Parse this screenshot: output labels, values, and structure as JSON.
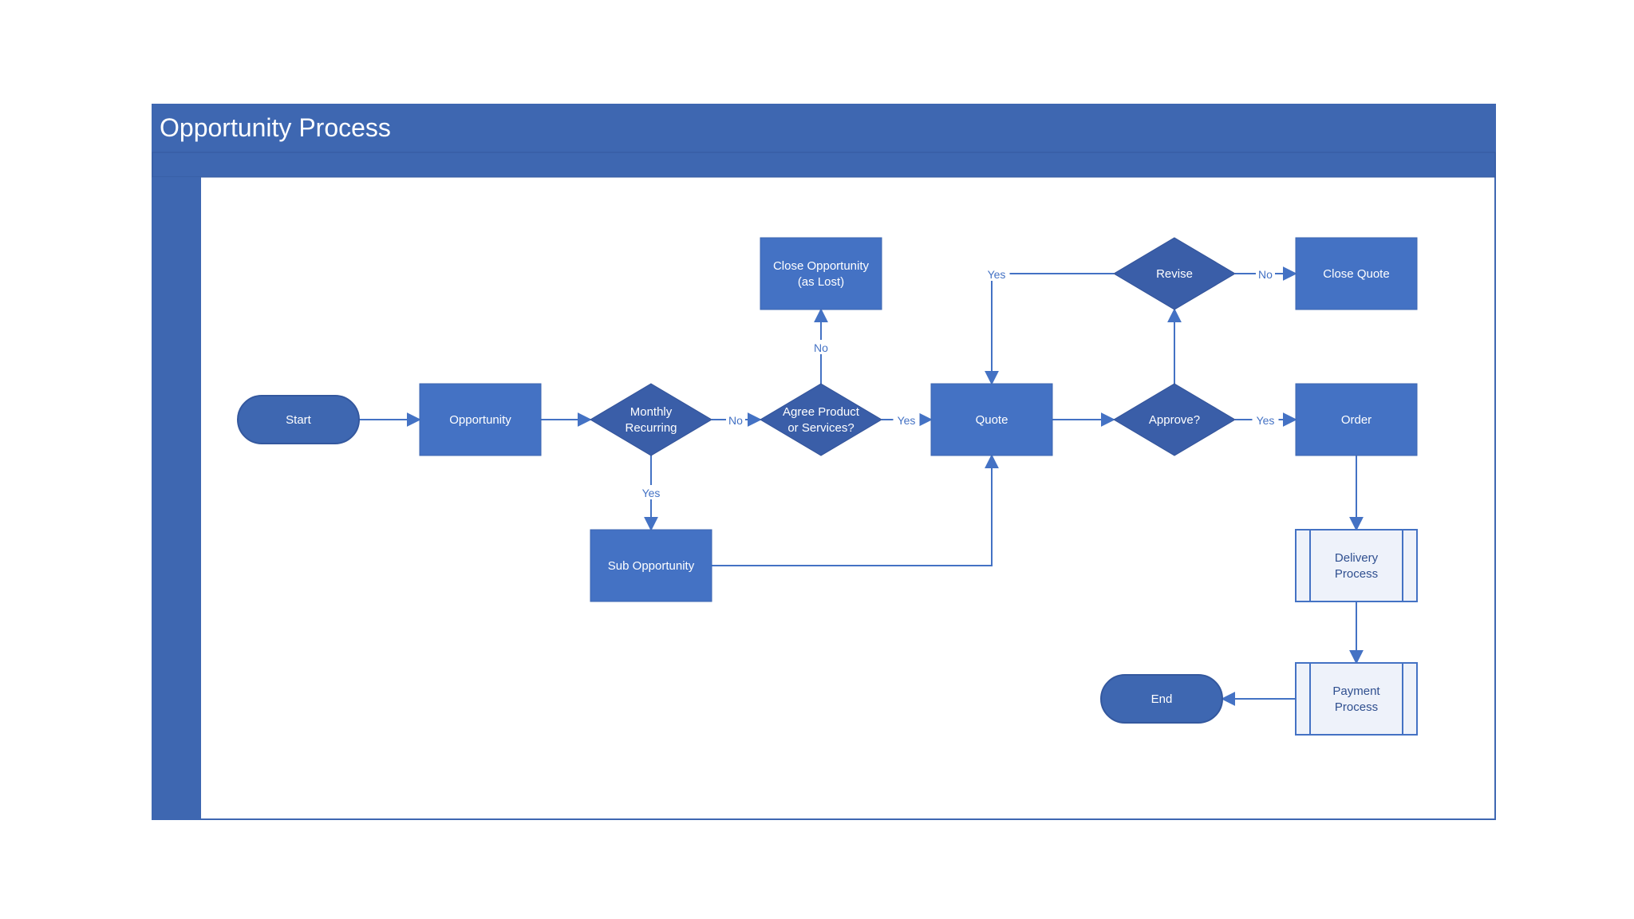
{
  "diagram": {
    "title": "Opportunity Process",
    "colors": {
      "header": "#3e67b1",
      "lane": "#3e67b1",
      "process": "#4472c4",
      "decision": "#3a5ea8",
      "terminator": "#3e67b1",
      "subprocess_fill": "#eef2fa",
      "connector": "#4472c4"
    },
    "nodes": [
      {
        "id": "start",
        "shape": "terminator",
        "label": "Start"
      },
      {
        "id": "opportunity",
        "shape": "process",
        "label": "Opportunity"
      },
      {
        "id": "monthly",
        "shape": "decision",
        "label": "Monthly\nRecurring"
      },
      {
        "id": "agree",
        "shape": "decision",
        "label": "Agree Product\nor Services?"
      },
      {
        "id": "closeopp",
        "shape": "process",
        "label": "Close Opportunity\n(as Lost)"
      },
      {
        "id": "subopp",
        "shape": "process",
        "label": "Sub Opportunity"
      },
      {
        "id": "quote",
        "shape": "process",
        "label": "Quote"
      },
      {
        "id": "approve",
        "shape": "decision",
        "label": "Approve?"
      },
      {
        "id": "revise",
        "shape": "decision",
        "label": "Revise"
      },
      {
        "id": "closequote",
        "shape": "process",
        "label": "Close Quote"
      },
      {
        "id": "order",
        "shape": "process",
        "label": "Order"
      },
      {
        "id": "delivery",
        "shape": "subprocess",
        "label": "Delivery\nProcess"
      },
      {
        "id": "payment",
        "shape": "subprocess",
        "label": "Payment\nProcess"
      },
      {
        "id": "end",
        "shape": "terminator",
        "label": "End"
      }
    ],
    "edges": [
      {
        "from": "start",
        "to": "opportunity",
        "label": ""
      },
      {
        "from": "opportunity",
        "to": "monthly",
        "label": ""
      },
      {
        "from": "monthly",
        "to": "agree",
        "label": "No"
      },
      {
        "from": "monthly",
        "to": "subopp",
        "label": "Yes"
      },
      {
        "from": "agree",
        "to": "closeopp",
        "label": "No"
      },
      {
        "from": "agree",
        "to": "quote",
        "label": "Yes"
      },
      {
        "from": "subopp",
        "to": "quote",
        "label": ""
      },
      {
        "from": "quote",
        "to": "approve",
        "label": ""
      },
      {
        "from": "approve",
        "to": "order",
        "label": "Yes"
      },
      {
        "from": "approve",
        "to": "revise",
        "label": ""
      },
      {
        "from": "revise",
        "to": "closequote",
        "label": "No"
      },
      {
        "from": "revise",
        "to": "quote",
        "label": "Yes"
      },
      {
        "from": "order",
        "to": "delivery",
        "label": ""
      },
      {
        "from": "delivery",
        "to": "payment",
        "label": ""
      },
      {
        "from": "payment",
        "to": "end",
        "label": ""
      }
    ]
  }
}
